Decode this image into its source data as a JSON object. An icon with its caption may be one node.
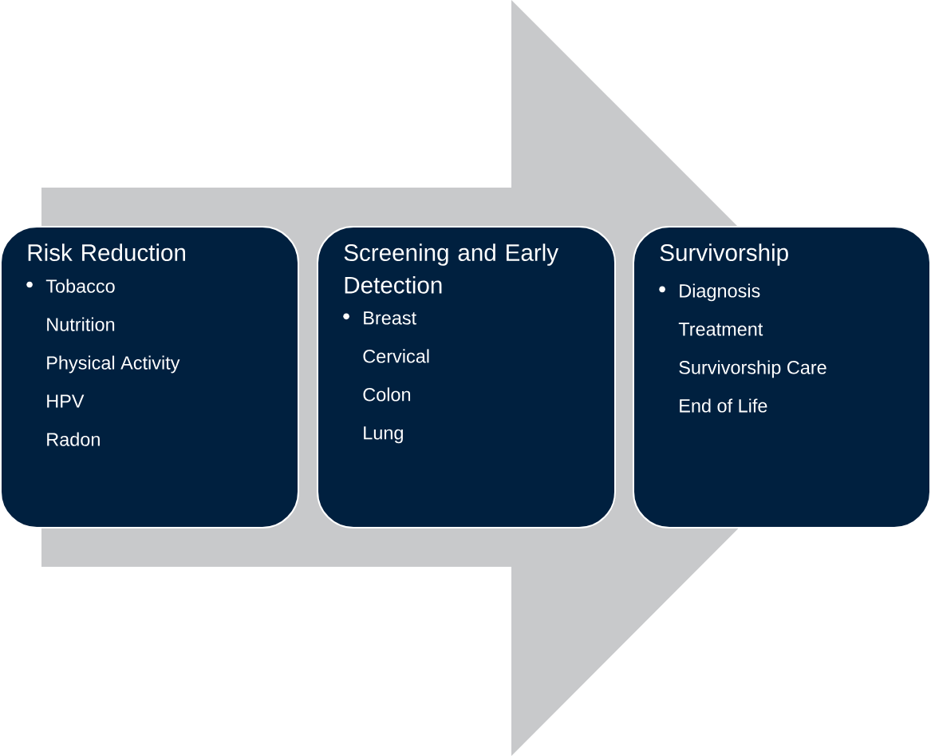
{
  "diagram": {
    "nodes": [
      {
        "text": [
          "Risk Reduction",
          "Tobacco",
          "Nutrition",
          "Physical Activity",
          "HPV",
          "Radon"
        ]
      },
      {
        "text": [
          "Screening and Early Detection",
          "Breast",
          "Cervical",
          "Colon",
          "Lung"
        ]
      },
      {
        "text": [
          "Survivorship",
          "Diagnosis",
          "Treatment",
          "Survivorship Care",
          "End of Life"
        ]
      }
    ],
    "edges": [
      {
        "from": 0,
        "to": 2,
        "arrow": "to"
      }
    ]
  }
}
